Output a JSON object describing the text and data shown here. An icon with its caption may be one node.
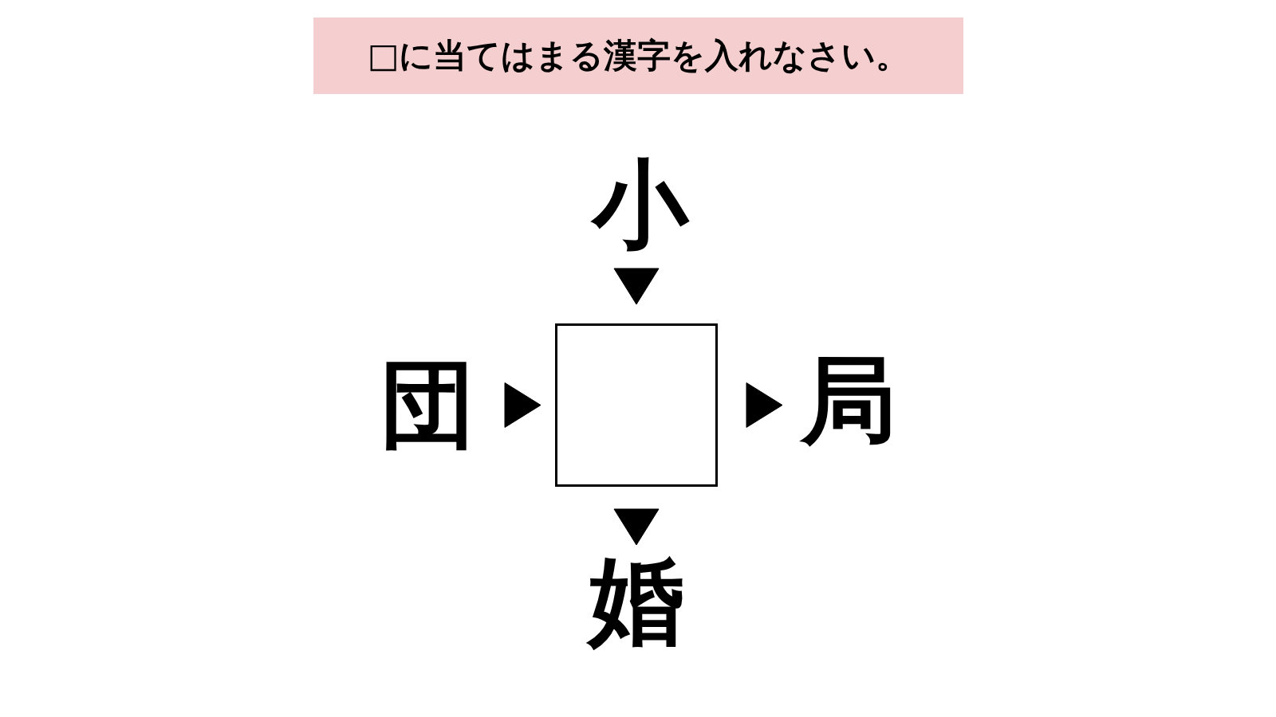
{
  "diagram": {
    "title": "□に当てはまる漢字を入れなさい。",
    "nodes": [
      {
        "text": [
          "小"
        ]
      },
      {
        "text": [
          "団"
        ]
      },
      {
        "text": [],
        "shape": "box"
      },
      {
        "text": [
          "局"
        ]
      },
      {
        "text": [
          "婚"
        ]
      }
    ],
    "edges": [
      {
        "from": 0,
        "to": 2,
        "arrow": "to"
      },
      {
        "from": 1,
        "to": 2,
        "arrow": "to"
      },
      {
        "from": 2,
        "to": 3,
        "arrow": "to"
      },
      {
        "from": 2,
        "to": 4,
        "arrow": "to"
      }
    ]
  }
}
